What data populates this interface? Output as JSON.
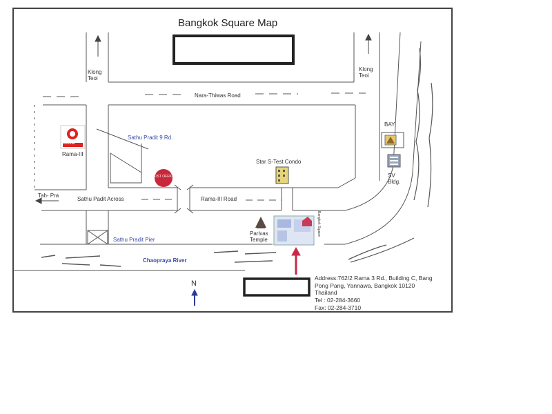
{
  "title": "Bangkok Square Map",
  "labels": {
    "klong_teoi_left": [
      "Klong",
      "Teoi"
    ],
    "klong_teoi_right": [
      "Klong",
      "Teoi"
    ],
    "nara_thiwas": "Nara-Thiwas Road",
    "rama3_left": "Rama-III",
    "central": "Central",
    "sathu_pradit_9": "Sathu Pradit 9 Rd.",
    "post_office": "POST OFFICE",
    "star_condo": "Star S-Test Condo",
    "bay": "BAY",
    "sv_bldg": [
      "SV",
      "Bldg."
    ],
    "tah_pra": "Tah- Pra",
    "sathu_padit_across": "Sathu Padit Across",
    "rama3_road": "Rama-III Road",
    "parivas_temple": [
      "Parivas",
      "Temple"
    ],
    "bangkok_square_vertical": "Bangkok Square",
    "sathu_pradit_pier": "Sathu Pradit Pier",
    "chaopraya_river": "Chaopraya River",
    "north": "N"
  },
  "address": [
    "Address:762/2 Rama 3 Rd., Building C, Bang",
    "Pong Pang, Yannawa,  Bangkok 10120",
    "Thailand",
    "Tel : 02-284-3660",
    "Fax: 02-284-3710"
  ],
  "colors": {
    "line": "#555555",
    "blue_label": "#3a4aa6",
    "marker_arrow": "#c8284a",
    "north_arrow": "#2a3a9a",
    "post_office": "#c8283a"
  },
  "icons": [
    "central-logo-icon",
    "post-office-icon",
    "condo-building-icon",
    "bay-bank-icon",
    "sv-building-icon",
    "temple-icon",
    "bangkok-square-building-icon"
  ]
}
